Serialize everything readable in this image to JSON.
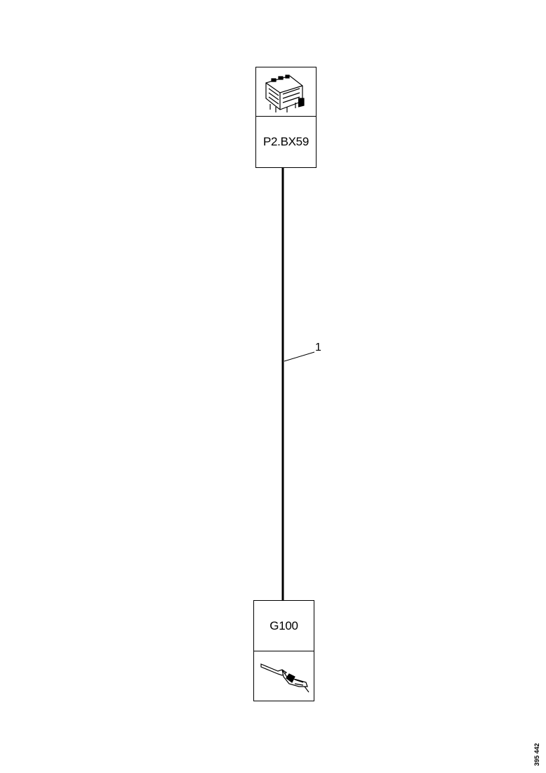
{
  "diagram": {
    "connector_top": {
      "label": "P2.BX59",
      "icon": "multi-pin-connector-icon"
    },
    "connector_bottom": {
      "label": "G100",
      "icon": "ground-terminal-icon"
    },
    "wire": {
      "number": "1"
    },
    "document_number": "395 442"
  }
}
